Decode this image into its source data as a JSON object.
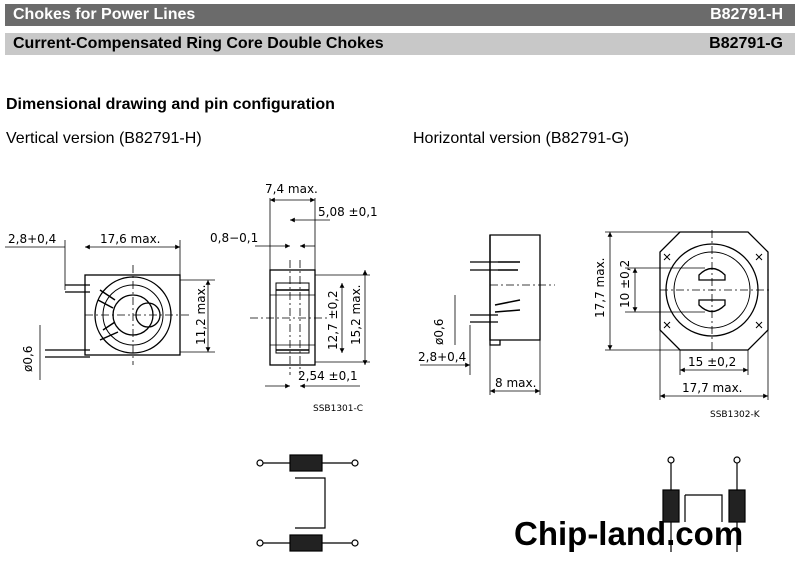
{
  "header": {
    "row1_title": "Chokes for Power Lines",
    "row1_code": "B82791-H",
    "row2_title": "Current-Compensated Ring Core Double Chokes",
    "row2_code": "B82791-G"
  },
  "section_title": "Dimensional drawing and pin configuration",
  "captions": {
    "vertical": "Vertical version (B82791-H)",
    "horizontal": "Horizontal version (B82791-G)"
  },
  "vertical_dims": {
    "d1": "2,8+0,4",
    "d2": "17,6 max.",
    "d3": "11,2 max.",
    "d4": "ø0,6",
    "d5": "7,4 max.",
    "d6": "5,08 ±0,1",
    "d7": "0,8−0,1",
    "d8": "12,7 ±0,2",
    "d9": "15,2 max.",
    "d10": "2,54 ±0,1",
    "drawing_code": "SSB1301-C"
  },
  "horizontal_dims": {
    "d1": "ø0,6",
    "d2": "2,8+0,4",
    "d3": "8 max.",
    "d4": "17,7 max.",
    "d5": "10 ±0,2",
    "d6": "15 ±0,2",
    "d7": "17,7 max.",
    "drawing_code": "SSB1302-K"
  },
  "watermark": "Chip-land.com"
}
